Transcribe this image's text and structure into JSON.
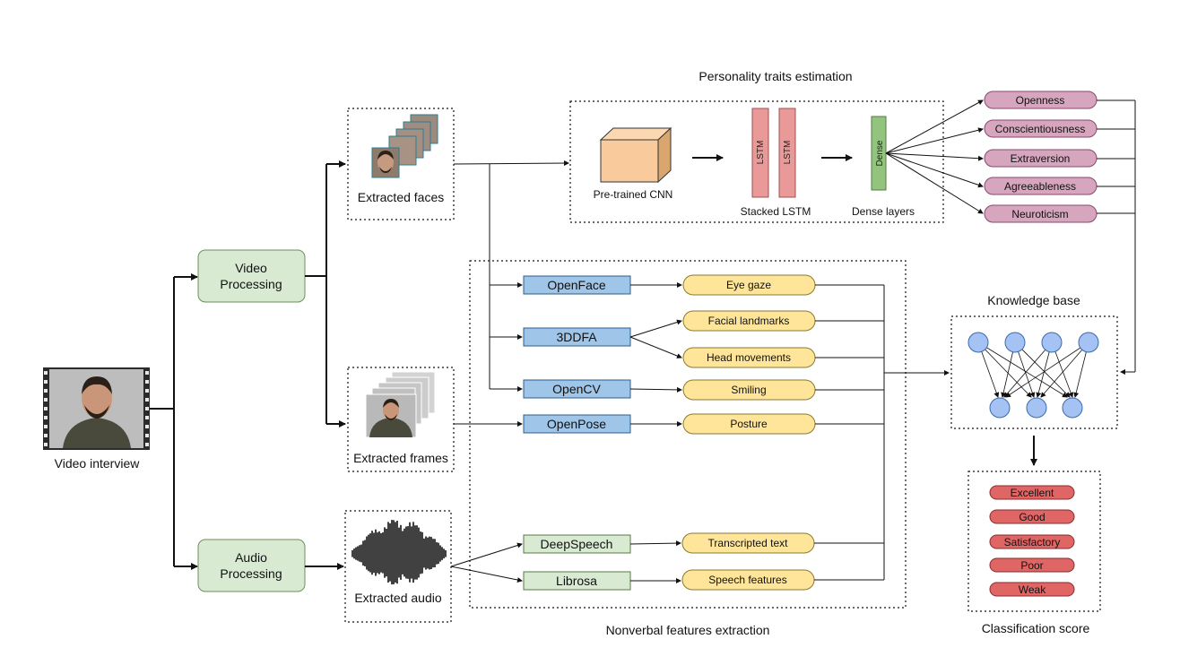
{
  "inputs": {
    "video_interview": "Video interview"
  },
  "processing": {
    "video": [
      "Video",
      "Processing"
    ],
    "audio": [
      "Audio",
      "Processing"
    ]
  },
  "extracted": {
    "faces": "Extracted faces",
    "frames": "Extracted frames",
    "audio": "Extracted audio"
  },
  "personality": {
    "title": "Personality traits estimation",
    "cnn_label": "Pre-trained CNN",
    "lstm_labels": [
      "LSTM",
      "LSTM"
    ],
    "lstm_caption": "Stacked LSTM",
    "dense_label": "Dense",
    "dense_caption": "Dense layers",
    "traits": [
      "Openness",
      "Conscientiousness",
      "Extraversion",
      "Agreeableness",
      "Neuroticism"
    ]
  },
  "nonverbal": {
    "title": "Nonverbal features extraction",
    "tools": [
      "OpenFace",
      "3DDFA",
      "OpenCV",
      "OpenPose",
      "DeepSpeech",
      "Librosa"
    ],
    "features": [
      "Eye gaze",
      "Facial landmarks",
      "Head movements",
      "Smiling",
      "Posture",
      "Transcripted text",
      "Speech features"
    ]
  },
  "knowledge_base": {
    "title": "Knowledge base"
  },
  "classification": {
    "title": "Classification score",
    "scores": [
      "Excellent",
      "Good",
      "Satisfactory",
      "Poor",
      "Weak"
    ]
  },
  "colors": {
    "green_box": "#d9ead3",
    "blue_box": "#9fc5e8",
    "yellow_pill": "#ffe599",
    "pink_pill": "#d5a6bd",
    "red_pill": "#e06666",
    "salmon_lstm": "#ea9999",
    "dense_green": "#93c47d",
    "cnn_face": "#f9cb9c",
    "node_blue": "#a4c2f4"
  }
}
